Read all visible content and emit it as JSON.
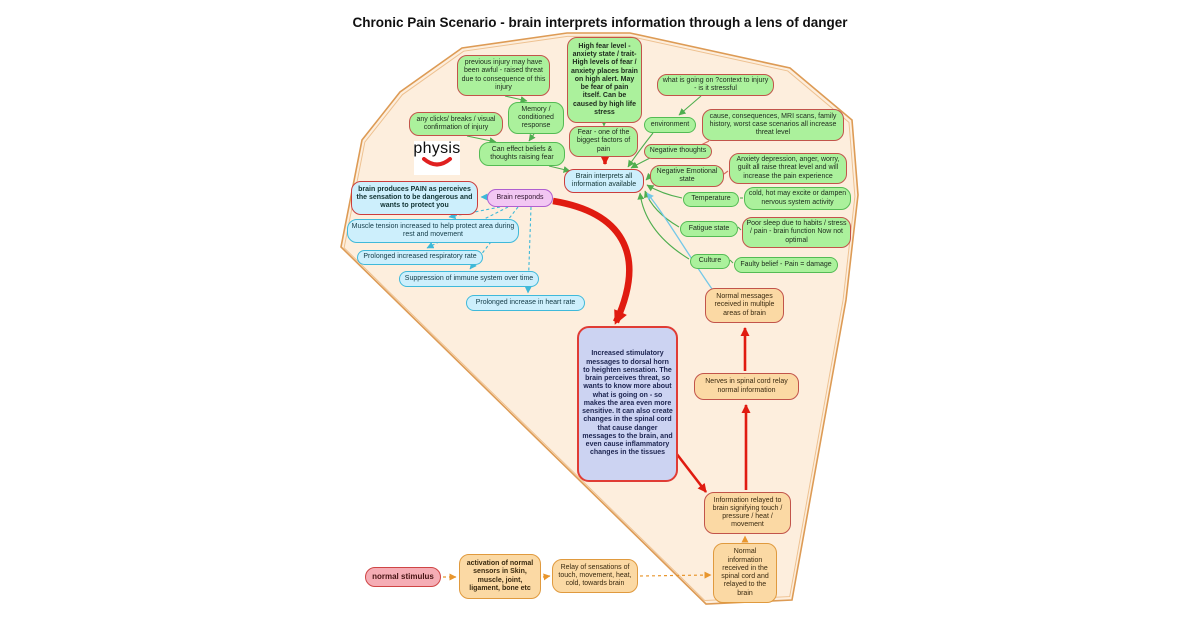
{
  "title": "Chronic Pain Scenario - brain interprets information through a lens of danger",
  "logo": {
    "text": "physis"
  },
  "colors": {
    "polygon_fill": "#fdeedd",
    "polygon_border": "#dd9b55",
    "green_fill": "#abf19c",
    "red_border": "#c2544a",
    "green_border": "#54bb54",
    "blue_fill": "#cdeffc",
    "cyan_accent": "#3db8d8",
    "red_accent": "#e01b10",
    "orange_accent": "#e8962e",
    "purple_fill": "#ccd3f2",
    "pink_fill": "#f2c7f3",
    "peach_fill": "#fbd9a4"
  },
  "nodes": {
    "prev_injury": {
      "text": "previous injury may have been awful - raised threat due to consequence of this injury"
    },
    "any_clicks": {
      "text": "any clicks/ breaks / visual confirmation of injury"
    },
    "memory": {
      "text": "Memory / conditioned response"
    },
    "can_effect": {
      "text": "Can effect beliefs & thoughts raising fear"
    },
    "high_fear": {
      "text": "High fear level - anxiety state / trait-  High levels of fear / anxiety places brain on high alert. May be fear of pain itself. Can be caused by high life stress"
    },
    "fear_one": {
      "text": "Fear - one of the biggest factors of pain"
    },
    "what_going": {
      "text": "what is going on ?context to injury - is it stressful"
    },
    "environment": {
      "text": "environment"
    },
    "cause_conseq": {
      "text": "cause, consequences, MRI scans, family history, worst case scenarios all increase threat level"
    },
    "neg_thoughts": {
      "text": "Negative thoughts"
    },
    "neg_emotional": {
      "text": "Negative Emotional state"
    },
    "anxiety": {
      "text": "Anxiety depression, anger, worry, guilt all raise threat level and will increase the pain experience"
    },
    "temperature": {
      "text": "Temperature"
    },
    "cold_hot": {
      "text": "cold, hot may excite or dampen nervous system activity"
    },
    "fatigue": {
      "text": "Fatigue state"
    },
    "poor_sleep": {
      "text": "Poor sleep due to habits / stress / pain - brain function Now not optimal"
    },
    "culture": {
      "text": "Culture"
    },
    "faulty": {
      "text": "Faulty belief - Pain = damage"
    },
    "brain_interprets": {
      "text": "Brain interprets all information available"
    },
    "brain_responds": {
      "text": "Brain responds"
    },
    "brain_pain": {
      "text": "brain produces PAIN as perceives the sensation to be dangerous and wants to protect you"
    },
    "muscle": {
      "text": "Muscle tension increased to help protect area during rest and movement"
    },
    "respiratory": {
      "text": "Prolonged increased respiratory rate"
    },
    "immune": {
      "text": "Suppression of immune system over time"
    },
    "heart": {
      "text": "Prolonged increase in heart rate"
    },
    "normal_messages": {
      "text": "Normal messages received in multiple areas of brain"
    },
    "increased_stim": {
      "text": "Increased stimulatory messages to dorsal horn to heighten sensation. The brain perceives threat, so wants to know more about what is going on - so makes the area even more sensitive. It can also create changes in the spinal cord that cause danger messages to the brain, and even cause inflammatory changes in the tissues"
    },
    "nerves_spinal": {
      "text": "Nerves in spinal cord relay normal information"
    },
    "info_relayed": {
      "text": "Information relayed to brain signifying touch / pressure / heat / movement"
    },
    "normal_info": {
      "text": "Normal information received in the spinal cord and relayed to the brain"
    },
    "normal_stimulus": {
      "text": "normal stimulus"
    },
    "activation": {
      "text": "activation of normal sensors in Skin, muscle, joint, ligament, bone etc"
    },
    "relay": {
      "text": "Relay of sensations of touch, movement, heat, cold,  towards brain"
    }
  }
}
